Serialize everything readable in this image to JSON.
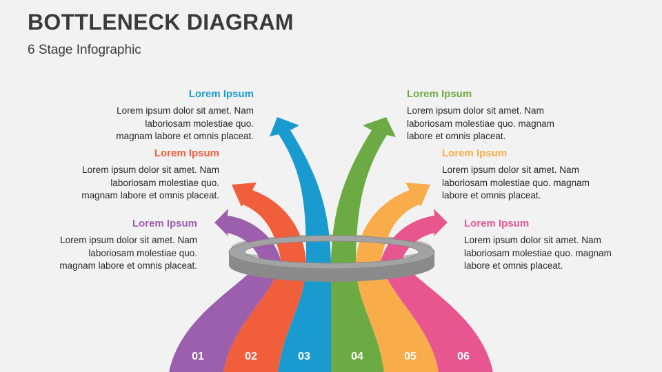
{
  "header": {
    "title": "BOTTLENECK DIAGRAM",
    "subtitle": "6 Stage Infographic"
  },
  "stages": [
    {
      "number": "01",
      "color": "#9b5fae",
      "heading": "Lorem Ipsum",
      "lines": [
        "Lorem ipsum dolor sit amet. Nam",
        "laboriosam molestiae quo.",
        "magnam labore et omnis placeat."
      ]
    },
    {
      "number": "02",
      "color": "#f05e3c",
      "heading": "Lorem Ipsum",
      "lines": [
        "Lorem ipsum dolor sit amet. Nam",
        "laboriosam molestiae quo.",
        "magnam labore et omnis placeat."
      ]
    },
    {
      "number": "03",
      "color": "#1a9bd0",
      "heading": "Lorem Ipsum",
      "lines": [
        "Lorem ipsum dolor sit amet. Nam",
        "laboriosam molestiae quo.",
        "magnam labore et omnis placeat."
      ]
    },
    {
      "number": "04",
      "color": "#6cab43",
      "heading": "Lorem Ipsum",
      "lines": [
        "Lorem ipsum dolor sit amet. Nam",
        "laboriosam molestiae quo. magnam",
        "labore et omnis placeat."
      ]
    },
    {
      "number": "05",
      "color": "#f8ad4a",
      "heading": "Lorem Ipsum",
      "lines": [
        "Lorem ipsum dolor sit amet. Nam",
        "laboriosam molestiae quo. magnam",
        "labore et omnis placeat."
      ]
    },
    {
      "number": "06",
      "color": "#e8568f",
      "heading": "Lorem Ipsum",
      "lines": [
        "Lorem ipsum dolor sit amet. Nam",
        "laboriosam molestiae quo. magnam",
        "labore et omnis placeat."
      ]
    }
  ],
  "ring_color": "#8a8a8a"
}
